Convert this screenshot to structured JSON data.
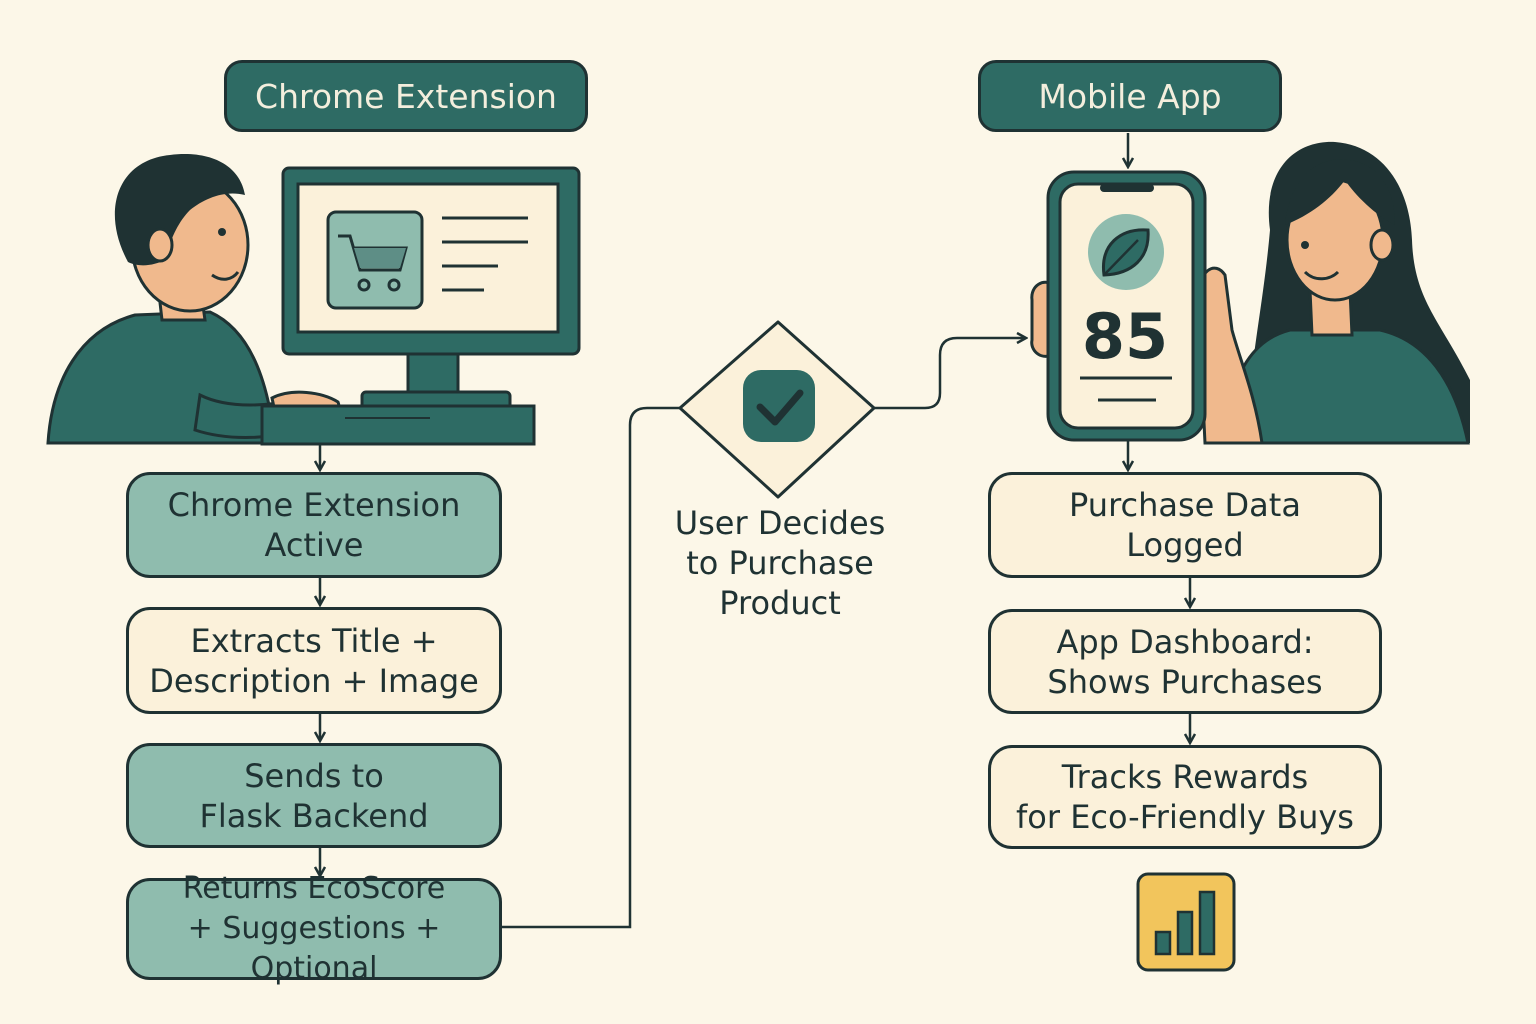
{
  "colors": {
    "dark": "#1f3233",
    "teal": "#2e6b64",
    "teal_light": "#8fbcae",
    "cream": "#fbf1da",
    "background": "#fcf7e8",
    "skin": "#f0b98d",
    "yellow": "#f2c55c"
  },
  "left_column": {
    "header": "Chrome Extension",
    "steps": [
      "Chrome Extension\nActive",
      "Extracts Title +\nDescription + Image",
      "Sends to\nFlask Backend",
      "Returns EcoScore\n+ Suggestions + Optional"
    ]
  },
  "decision": {
    "label": "User Decides\nto Purchase\nProduct",
    "icon": "check-icon"
  },
  "right_column": {
    "header": "Mobile App",
    "phone": {
      "score": "85",
      "icon": "leaf-icon"
    },
    "steps": [
      "Purchase Data\nLogged",
      "App Dashboard:\nShows Purchases",
      "Tracks Rewards\nfor Eco-Friendly Buys"
    ],
    "footer_icon": "bar-chart-icon"
  },
  "illustrations": [
    "man-at-computer",
    "shopping-cart-icon",
    "woman-holding-phone"
  ]
}
